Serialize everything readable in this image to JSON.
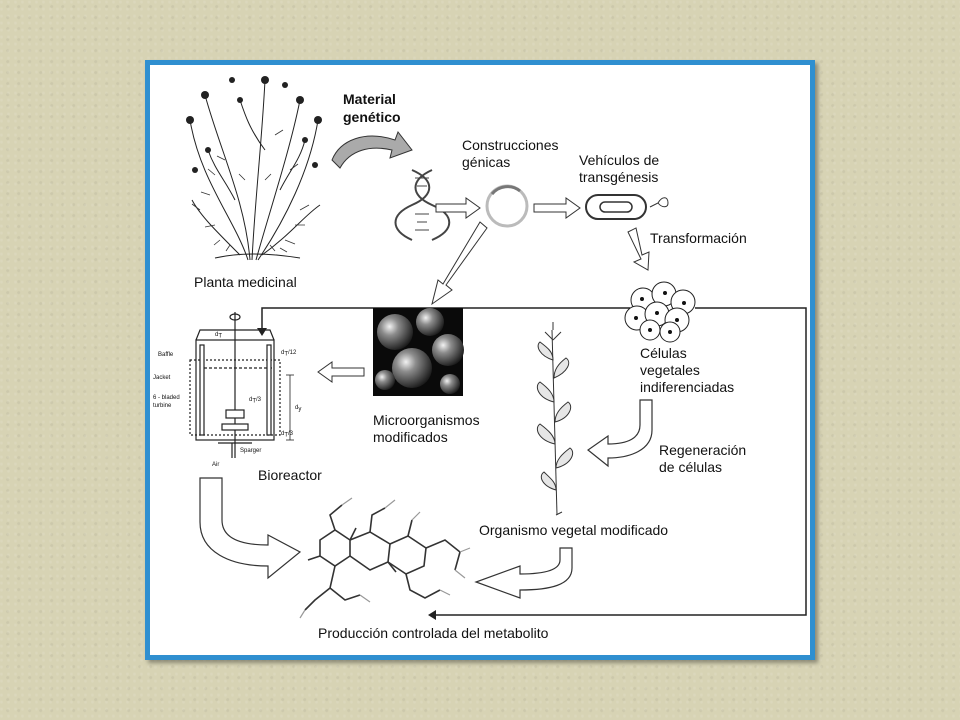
{
  "labels": {
    "material": [
      "Material",
      "genético"
    ],
    "construcciones": [
      "Construcciones",
      "génicas"
    ],
    "vehiculos": [
      "Vehículos de",
      "transgénesis"
    ],
    "planta": "Planta medicinal",
    "transformacion": "Transformación",
    "celulas": [
      "Células",
      "vegetales",
      "indiferenciadas"
    ],
    "microorganismos": [
      "Microorganismos",
      "modificados"
    ],
    "bioreactor": "Bioreactor",
    "regeneracion": [
      "Regeneración",
      "de células"
    ],
    "organismo": "Organismo vegetal modificado",
    "produccion": "Producción controlada del metabolito"
  },
  "bioreactor_parts": {
    "baffle": "Baffle",
    "jacket": "Jacket",
    "turbine": [
      "6 - bladed",
      "turbine"
    ],
    "sparger": "Sparger",
    "air": "Air",
    "dim_top": "d",
    "dim_12": "d",
    "dim_3a": "d",
    "dim_3b": "d",
    "dim_side": "d",
    "dim_T": "T",
    "dim_t12": "/12",
    "dim_t3": "/3",
    "dim_y": "y"
  },
  "colors": {
    "frame": "#2f8fd0",
    "background": "#d7d3b4"
  }
}
